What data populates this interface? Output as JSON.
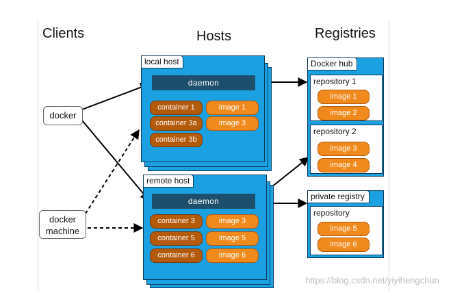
{
  "headings": {
    "clients": "Clients",
    "hosts": "Hosts",
    "registries": "Registries"
  },
  "clients": {
    "docker": "docker",
    "docker_machine_line1": "docker",
    "docker_machine_line2": "machine"
  },
  "local_host": {
    "label": "local host",
    "daemon": "daemon",
    "containers": [
      "container 1",
      "container 3a",
      "container 3b"
    ],
    "images": [
      "image 1",
      "image 3"
    ]
  },
  "remote_host": {
    "label": "remote host",
    "daemon": "daemon",
    "containers": [
      "container 3",
      "container 5",
      "container 6"
    ],
    "images": [
      "image 3",
      "image 5",
      "image 6"
    ]
  },
  "docker_hub": {
    "label": "Docker hub",
    "repositories": [
      {
        "label": "repository 1",
        "images": [
          "image 1",
          "image 2"
        ]
      },
      {
        "label": "repository 2",
        "images": [
          "image 3",
          "image 4"
        ]
      }
    ]
  },
  "private_registry": {
    "label": "private registry",
    "repository": {
      "label": "repository",
      "images": [
        "image 5",
        "image 6"
      ]
    }
  },
  "watermark": "https://blog.csdn.net/yiyihengchun",
  "colors": {
    "host_blue": "#1ba0e2",
    "daemon": "#1d4e6b",
    "container": "#b35a0b",
    "image": "#f18a1d"
  }
}
